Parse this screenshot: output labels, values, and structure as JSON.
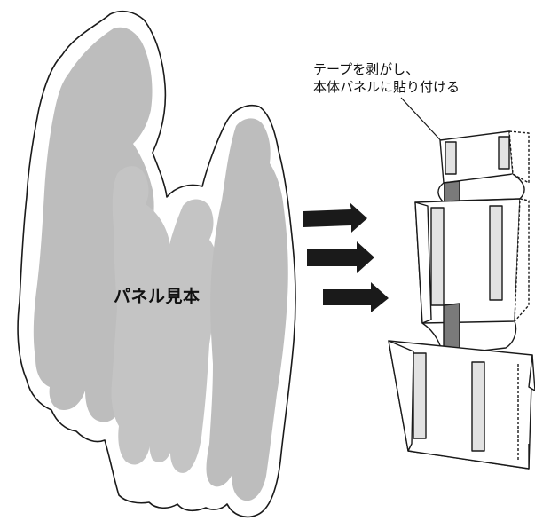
{
  "panel": {
    "label": "パネル見本"
  },
  "callout": {
    "line1": "テープを剥がし、",
    "line2": "本体パネルに貼り付ける"
  },
  "colors": {
    "silhouette": "#bdbdbd",
    "outline": "#1a1a1a",
    "tape": "#e2e2e2",
    "stand_band": "#7a7a7a",
    "arrow": "#1a1a1a"
  }
}
